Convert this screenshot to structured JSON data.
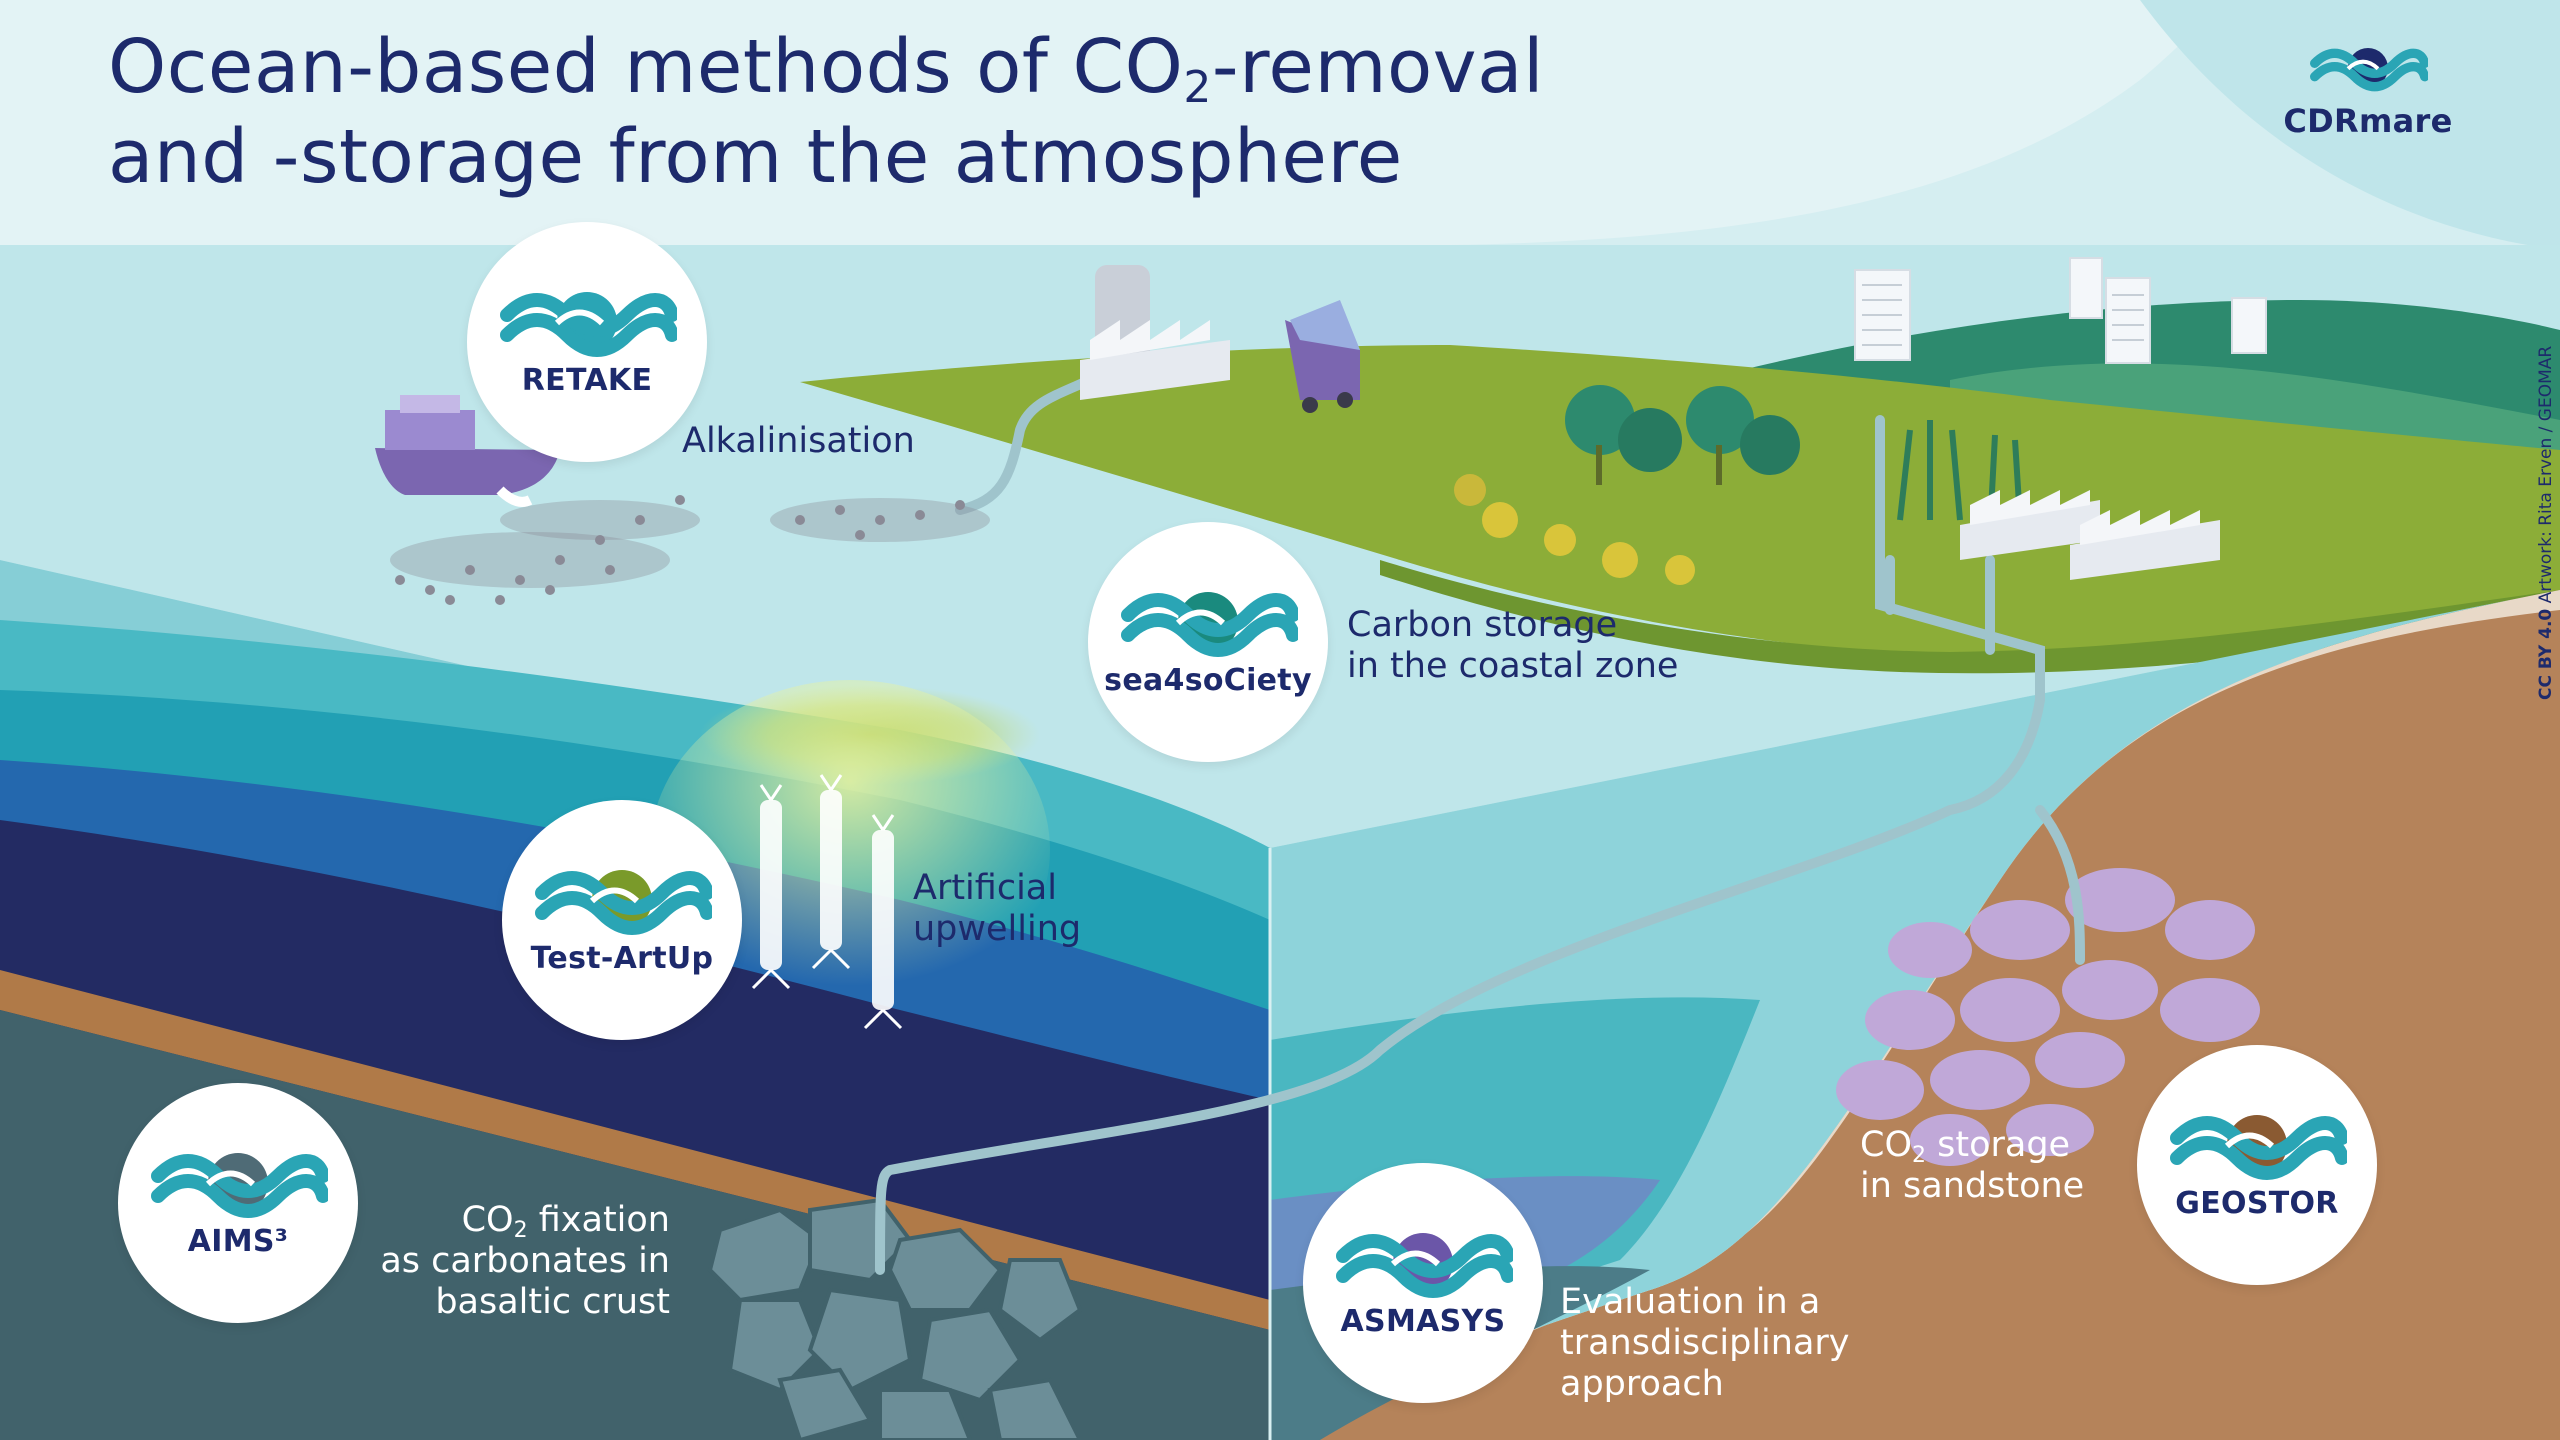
{
  "title": {
    "line1_pre": "Ocean-based methods of CO",
    "line1_sub": "2",
    "line1_post": "-removal",
    "line2": "and -storage from the atmosphere"
  },
  "logo": {
    "name": "CDRmare"
  },
  "credit": {
    "license": "CC BY 4.0",
    "artwork": "Artwork: Rita Erven / GEOMAR"
  },
  "projects": [
    {
      "name": "RETAKE",
      "color": "#2aa5b5"
    },
    {
      "name": "sea4soCiety",
      "color": "#1a8a7e"
    },
    {
      "name": "Test-ArtUp",
      "color": "#7a9a2a"
    },
    {
      "name": "AIMS³",
      "color": "#4f6b76"
    },
    {
      "name": "ASMASYS",
      "color": "#6b56a8"
    },
    {
      "name": "GEOSTOR",
      "color": "#8a5a32"
    }
  ],
  "labels": {
    "alkalinisation": "Alkalinisation",
    "coastal_1": "Carbon storage",
    "coastal_2": "in the coastal zone",
    "upwelling_1": "Artificial",
    "upwelling_2": "upwelling",
    "fixation_1_pre": "CO",
    "fixation_1_sub": "2",
    "fixation_1_post": " fixation",
    "fixation_2": "as carbonates in",
    "fixation_3": "basaltic crust",
    "sandstone_1_pre": "CO",
    "sandstone_1_sub": "2",
    "sandstone_1_post": " storage",
    "sandstone_2": "in sandstone",
    "evaluation_1": "Evaluation in a",
    "evaluation_2": "transdisciplinary",
    "evaluation_3": "approach"
  }
}
